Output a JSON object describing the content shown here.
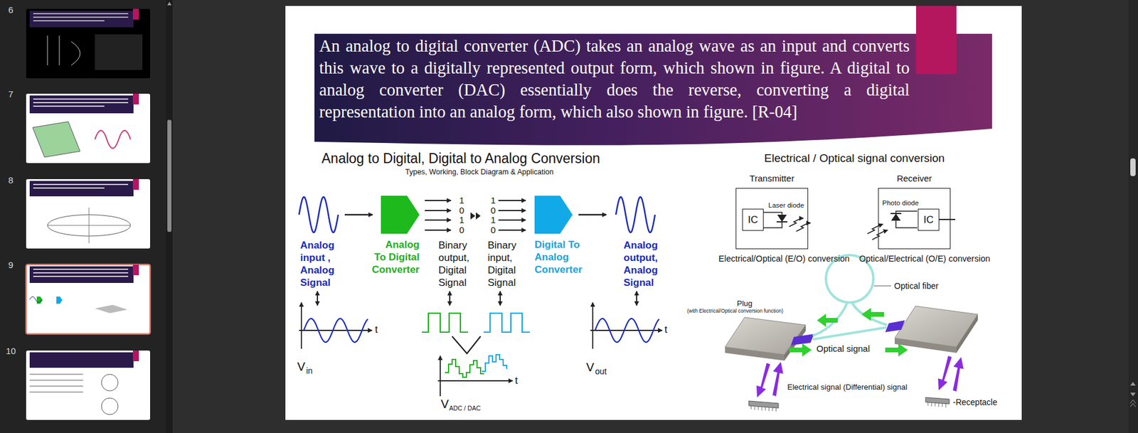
{
  "diagram": {
    "nodes": [
      {
        "text": [
          "An analog to digital converter (ADC) takes an analog wave as an input and converts this wave to a digitally represented output form, which shown in figure. A digital to analog converter (DAC) essentially does the reverse, converting a digital representation into an analog form, which also shown in figure. [R-04]"
        ]
      },
      {
        "text": [
          "Analog To Digital Converter"
        ]
      },
      {
        "text": [
          "Digital To Analog Converter"
        ]
      },
      {
        "text": [
          "Transmitter",
          "Laser diode"
        ]
      },
      {
        "text": [
          "IC"
        ],
        "in": 3
      },
      {
        "text": [
          "Receiver",
          "Photo diode"
        ]
      },
      {
        "text": [
          "IC"
        ],
        "in": 5
      }
    ],
    "labels": [
      "6",
      "7",
      "8",
      "9",
      "10",
      "Analog to Digital, Digital to Analog Conversion",
      "Types, Working, Block Diagram & Application",
      "1",
      "0",
      "1",
      "0",
      "1",
      "0",
      "1",
      "0",
      "Analog input , Analog Signal",
      "Binary output, Digital Signal",
      "Binary input, Digital Signal",
      "Analog output, Analog Signal",
      "t",
      "t",
      "t",
      "V",
      "in",
      "V",
      "ADC / DAC",
      "V",
      "out",
      "Electrical / Optical signal conversion",
      "Electrical/Optical (E/O) conversion",
      "Optical/Electrical (O/E) conversion",
      "Optical fiber",
      "Plug",
      "(with Electrical/Optical conversion function)",
      "Optical signal",
      "Electrical signal (Differential) signal",
      "-Receptacle"
    ]
  }
}
